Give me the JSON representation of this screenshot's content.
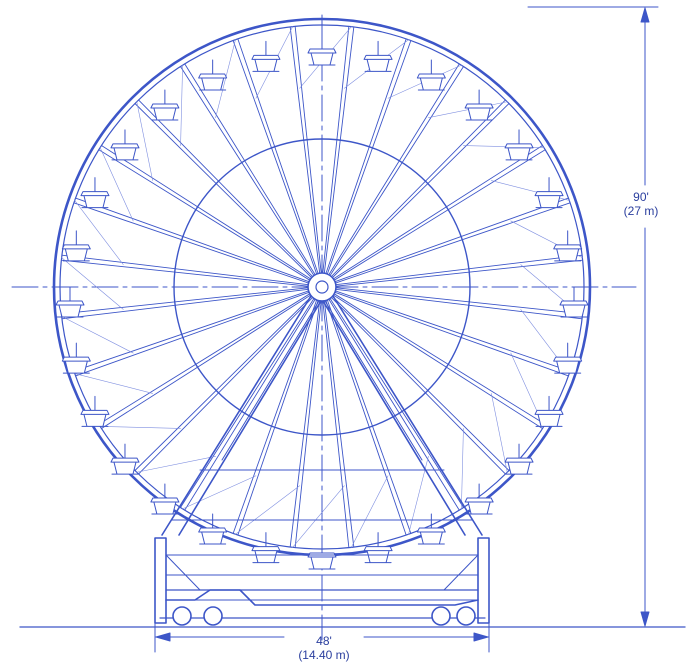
{
  "colors": {
    "line": "#3d56c8",
    "line_light": "#7f8fe0",
    "text": "#2a3e9e",
    "background": "#ffffff"
  },
  "dimensions": {
    "height": {
      "imperial": "90'",
      "metric": "(27 m)"
    },
    "width": {
      "imperial": "48'",
      "metric": "(14.40 m)"
    }
  },
  "wheel": {
    "spoke_count": 28,
    "gondola_count": 28
  }
}
